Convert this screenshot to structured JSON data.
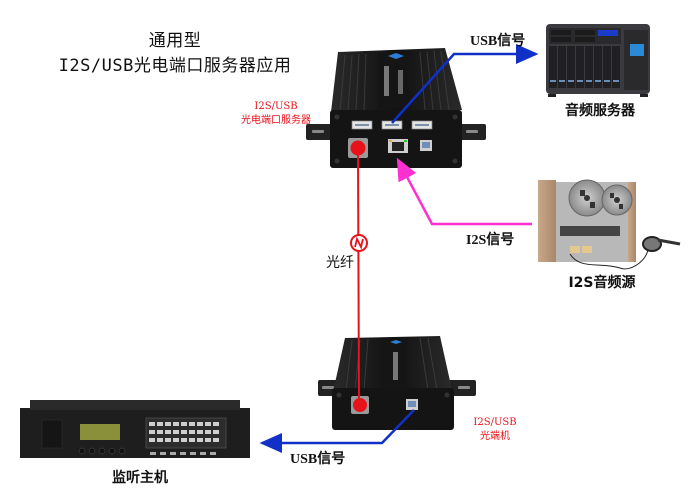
{
  "title": {
    "line1": "通用型",
    "line2": "I2S/USB光电端口服务器应用"
  },
  "devices": {
    "port_server": {
      "label_line1": "I2S/USB",
      "label_line2": "光电端口服务器"
    },
    "audio_server": {
      "label": "音频服务器"
    },
    "i2s_source": {
      "label": "I2S音频源"
    },
    "optical_terminal": {
      "label_line1": "I2S/USB",
      "label_line2": "光端机"
    },
    "monitor_host": {
      "label": "监听主机"
    }
  },
  "links": {
    "usb_top": {
      "label": "USB信号",
      "color": "#1030c8"
    },
    "i2s": {
      "label": "I2S信号",
      "color": "#ff30d0"
    },
    "fiber": {
      "label": "光纤",
      "color": "#e8121a"
    },
    "usb_bottom": {
      "label": "USB信号",
      "color": "#1030c8"
    }
  },
  "colors": {
    "device_body": "#1a1a1a",
    "accent_red": "#e8121a",
    "usb_blue": "#1030c8",
    "i2s_pink": "#ff30d0"
  }
}
